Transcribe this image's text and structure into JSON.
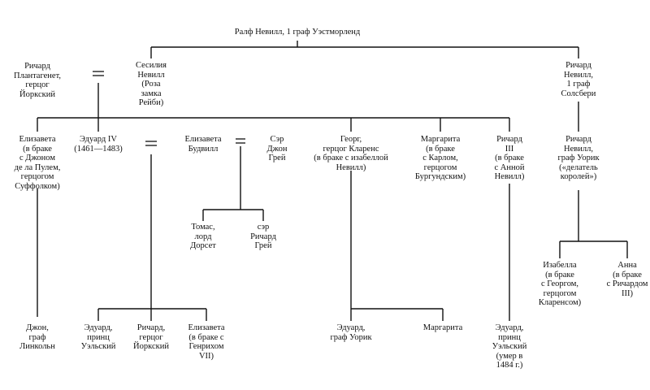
{
  "nodes": {
    "ralph": "Ралф Невилл, 1 граф Уэстморленд",
    "richard_york": "Ричард\nПлантагенет,\nгерцог\nЙоркский",
    "cecily": "Сесилия\nНевилл\n(Роза\nзамка\nРейби)",
    "richard_salisbury": "Ричард\nНевилл,\n1 граф\nСолсбери",
    "elizabeth_suffolk": "Елизавета\n(в браке\nс Джоном\nде ла Пулем,\nгерцогом\nСуффолком)",
    "edward_iv": "Эдуард IV\n(1461—1483)",
    "elizabeth_woodville": "Елизавета\nБудвилл",
    "john_grey": "Сэр\nДжон\nГрей",
    "george_clarence": "Георг,\nгерцог Кларенс\n(в браке с изабеллой\nНевилл)",
    "margaret_burgundy": "Маргарита\n(в браке\nс Карлом,\nгерцогом\nБургундским)",
    "richard_iii": "Ричард\nIII\n(в браке\nс Анной\nНевилл)",
    "warwick": "Ричард\nНевилл,\nграф Уорик\n(«делатель\nкоролей»)",
    "thomas_dorset": "Томас,\nлорд\nДорсет",
    "richard_grey": "сэр\nРичард\nГрей",
    "isabella": "Изабелла\n(в браке\nс Георгом,\nгерцогом\nКларенсом)",
    "anne": "Анна\n(в браке\nс Ричардом\nIII)",
    "john_lincoln": "Джон,\nграф\nЛинкольн",
    "edward_wales": "Эдуард,\nпринц\nУэльский",
    "richard_york2": "Ричард,\nгерцог\nЙоркский",
    "elizabeth_henry": "Елизавета\n(в браке с\nГенрихом\nVII)",
    "edward_warwick": "Эдуард,\nграф Уорик",
    "margaret2": "Маргарита",
    "edward_wales2": "Эдуард,\nпринц\nУэльский\n(умер в\n1484 г.)"
  }
}
